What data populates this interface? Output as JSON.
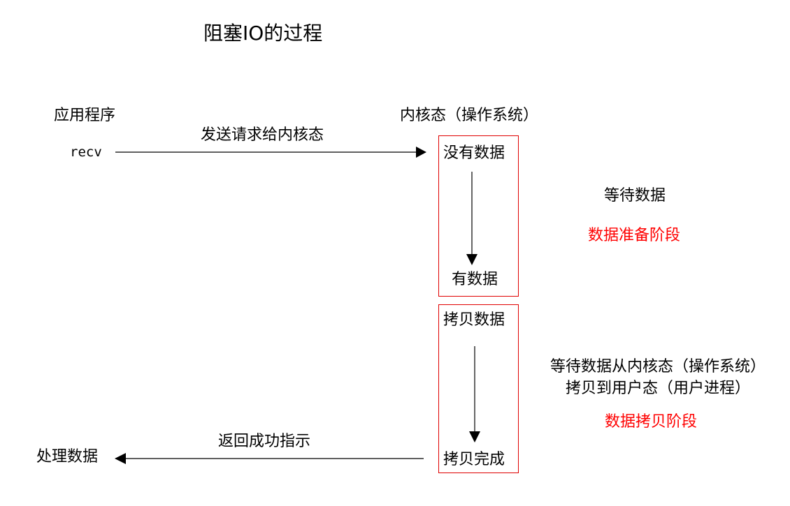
{
  "title": "阻塞IO的过程",
  "labels": {
    "application": "应用程序",
    "kernel": "内核态（操作系统）",
    "recv": "recv",
    "send_request": "发送请求给内核态",
    "no_data": "没有数据",
    "has_data": "有数据",
    "wait_data": "等待数据",
    "data_prepare_phase": "数据准备阶段",
    "copy_data": "拷贝数据",
    "copy_done": "拷贝完成",
    "wait_copy_line1": "等待数据从内核态（操作系统）",
    "wait_copy_line2": "拷贝到用户态（用户进程）",
    "data_copy_phase": "数据拷贝阶段",
    "return_success": "返回成功指示",
    "process_data": "处理数据"
  },
  "colors": {
    "box_border": "#e00000",
    "phase_text": "#ff0000",
    "arrow": "#000000"
  }
}
